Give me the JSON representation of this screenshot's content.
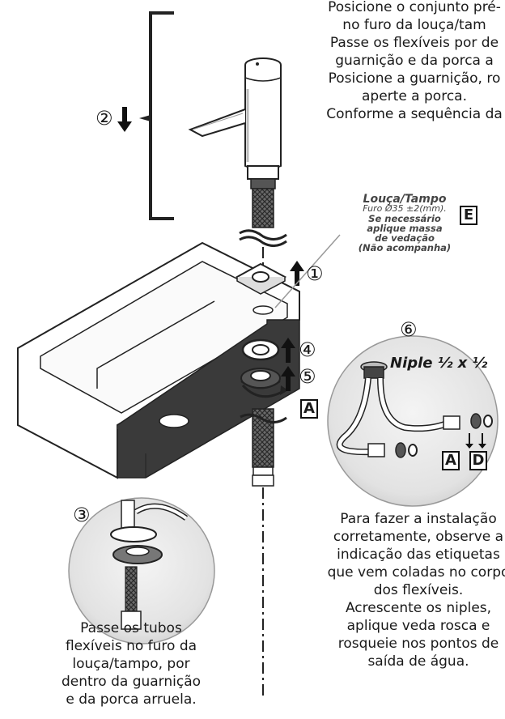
{
  "top_instructions": [
    "Posicione o conjunto pré-",
    "no furo da louça/tam",
    "Passe os flexíveis por de",
    "guarnição e da porca a",
    "Posicione a guarnição, ro",
    "aperte a porca.",
    "Conforme a sequência da"
  ],
  "louca": {
    "title": "Louça/Tampo",
    "hole": "Furo Ø35 ±2(mm).",
    "notes": [
      "Se necessário",
      "aplique massa",
      "de vedação",
      "(Não acompanha)"
    ]
  },
  "labels": {
    "E": "E",
    "A_left": "A",
    "A_right": "A",
    "D": "D",
    "niple": "Niple ½ x ½"
  },
  "step_numbers": {
    "s1": "①",
    "s2": "②",
    "s3": "③",
    "s4": "④",
    "s5": "⑤",
    "s6": "⑥"
  },
  "install_note": [
    "Para fazer a instalação",
    "corretamente, observe a",
    "indicação das etiquetas",
    "que vem coladas no corpo",
    "dos flexíveis.",
    "Acrescente os niples,",
    "aplique veda rosca e",
    "rosqueie nos pontos de",
    "saída de água."
  ],
  "step3_caption": [
    "Passe os tubos",
    "flexíveis no furo da",
    "louça/tampo, por",
    "dentro da guarnição",
    "e da porca arruela."
  ],
  "icons": [
    "arrow-up-icon",
    "arrow-down-icon",
    "rotate-icon"
  ]
}
